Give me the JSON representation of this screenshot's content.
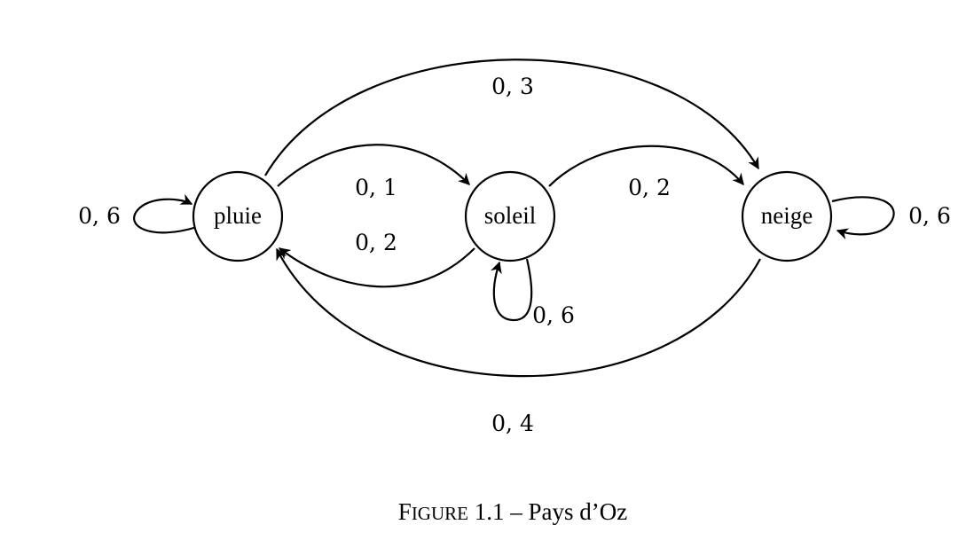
{
  "nodes": {
    "pluie": "pluie",
    "soleil": "soleil",
    "neige": "neige"
  },
  "edges": {
    "pluie_self": "0, 6",
    "pluie_to_soleil": "0, 1",
    "soleil_to_pluie": "0, 2",
    "soleil_to_neige": "0, 2",
    "soleil_self": "0, 6",
    "pluie_to_neige": "0, 3",
    "neige_to_pluie": "0, 4",
    "neige_self": "0, 6"
  },
  "caption": {
    "first_letter": "F",
    "small_caps": "IGURE",
    "rest": " 1.1 – Pays d’Oz"
  }
}
